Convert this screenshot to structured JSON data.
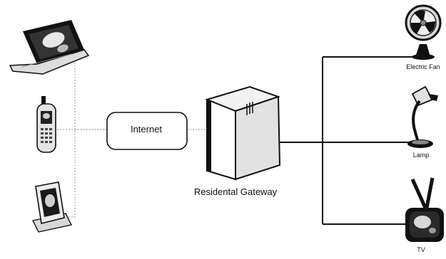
{
  "diagram": {
    "internet_label": "Internet",
    "gateway_label": "Residental Gateway",
    "devices": {
      "fan": "Electric Fan",
      "lamp": "Lamp",
      "tv": "TV"
    }
  },
  "icons": {
    "clients": [
      "laptop-icon",
      "mobile-phone-icon",
      "pda-icon"
    ],
    "gateway": "server-tower-icon",
    "appliances": [
      "electric-fan-icon",
      "desk-lamp-icon",
      "television-icon"
    ]
  }
}
